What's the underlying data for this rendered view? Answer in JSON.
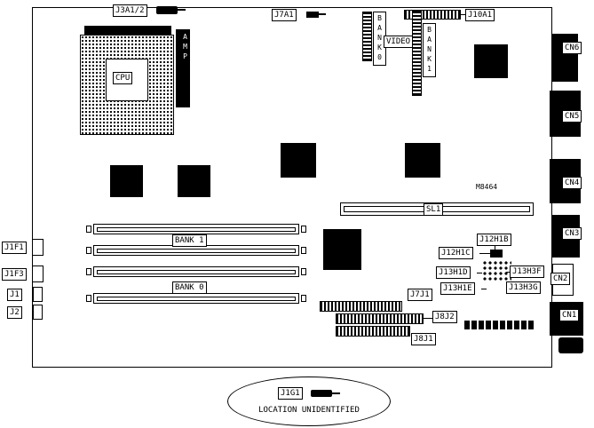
{
  "colors": {
    "line": "#000000",
    "background": "#ffffff",
    "chip": "#000000"
  },
  "top": {
    "j3a12": "J3A1/2",
    "j7a1": "J7A1",
    "j10a1": "J10A1"
  },
  "video_area": {
    "video": "VIDEO",
    "bank0_vertical": "BANK0",
    "bank1_vertical": "BANK1"
  },
  "cpu_area": {
    "cpu": "CPU",
    "amp": "AMP"
  },
  "right_ports": {
    "cn6": "CN6",
    "cn5": "CN5",
    "cn4": "CN4",
    "cn3": "CN3",
    "cn2": "CN2",
    "cn1": "CN1"
  },
  "slot": {
    "sl1": "SL1",
    "m8464": "M8464"
  },
  "memory": {
    "bank1": "BANK 1",
    "bank0": "BANK 0"
  },
  "left_connectors": {
    "j1f1": "J1F1",
    "j1f3": "J1F3",
    "j1": "J1",
    "j2": "J2"
  },
  "jumpers": {
    "j12h1b": "J12H1B",
    "j12h1c": "J12H1C",
    "j13h1d": "J13H1D",
    "j13h3f": "J13H3F",
    "j13h1e": "J13H1E",
    "j13h3g": "J13H3G",
    "j7j1": "J7J1"
  },
  "bottom": {
    "j8j2": "J8J2",
    "j8j1": "J8J1"
  },
  "callout": {
    "j1g1": "J1G1",
    "note": "LOCATION UNIDENTIFIED"
  }
}
